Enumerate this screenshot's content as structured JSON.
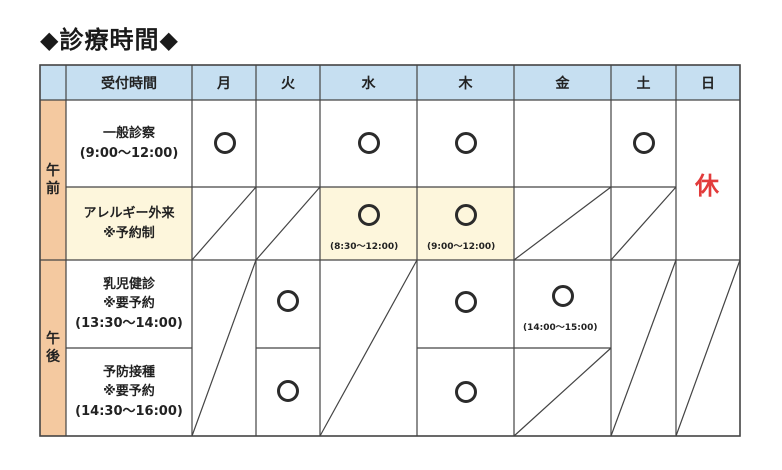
{
  "title": "◆診療時間◆",
  "header": {
    "reception": "受付時間",
    "days": [
      "月",
      "火",
      "水",
      "木",
      "金",
      "土",
      "日"
    ]
  },
  "periods": {
    "morning": "午\n前",
    "afternoon": "午\n後"
  },
  "rows": [
    {
      "name": "一般診察",
      "note": "(9:00〜12:00)"
    },
    {
      "name": "アレルギー外来",
      "note": "※予約制"
    },
    {
      "name": "乳児健診",
      "note": "※要予約",
      "note2": "(13:30〜14:00)"
    },
    {
      "name": "予防接種",
      "note": "※要予約",
      "note2": "(14:30〜16:00)"
    }
  ],
  "times": {
    "allergy_wed": "(8:30〜12:00)",
    "allergy_thu": "(9:00〜12:00)",
    "checkup_fri": "(14:00〜15:00)"
  },
  "closed_label": "休",
  "colors": {
    "header_bg": "#c6dff1",
    "period_bg": "#f4c9a0",
    "allergy_bg": "#fdf6dc",
    "closed": "#e23b3b"
  }
}
